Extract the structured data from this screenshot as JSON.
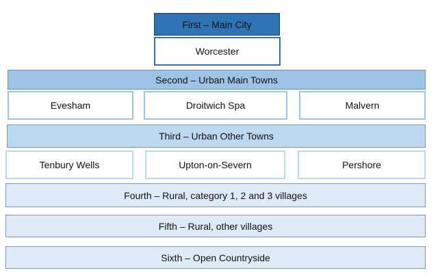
{
  "tiers": {
    "first": {
      "title": "First – Main City",
      "places": [
        "Worcester"
      ]
    },
    "second": {
      "title": "Second – Urban Main Towns",
      "places": [
        "Evesham",
        "Droitwich Spa",
        "Malvern"
      ]
    },
    "third": {
      "title": "Third – Urban Other Towns",
      "places": [
        "Tenbury Wells",
        "Upton-on-Severn",
        "Pershore"
      ]
    },
    "fourth": {
      "title": "Fourth – Rural, category 1, 2 and 3 villages"
    },
    "fifth": {
      "title": "Fifth – Rural, other villages"
    },
    "sixth": {
      "title": "Sixth – Open Countryside"
    }
  },
  "colors": {
    "first_fill": "#2e74b5",
    "second_fill": "#9dc3e6",
    "third_fill": "#bdd7ee",
    "lower_fill": "#deebf7"
  }
}
